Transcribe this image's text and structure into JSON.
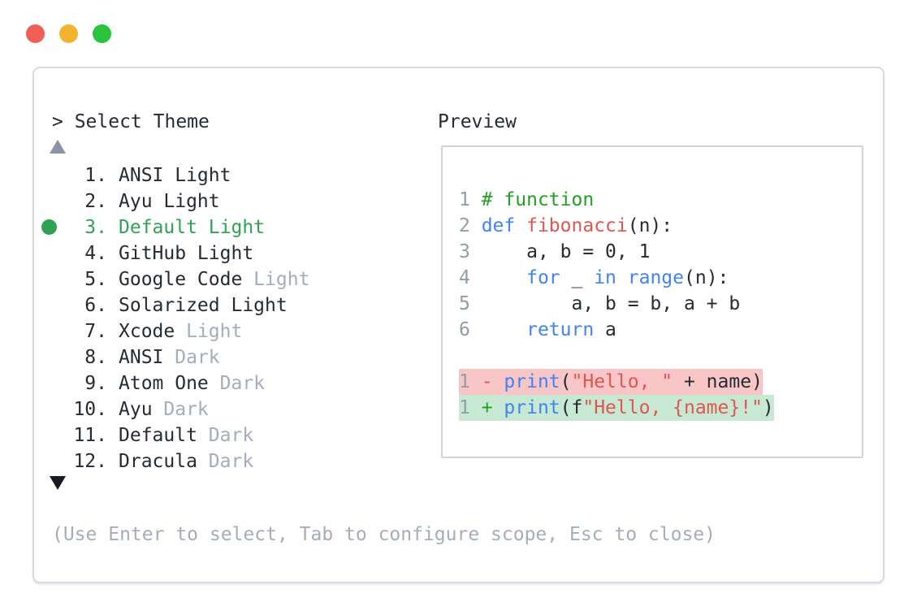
{
  "colors": {
    "text": "#262b33",
    "accent": "#2fa255",
    "muted": "#a4adbc",
    "line_number": "#929ca8",
    "kw_blue": "#4183f4",
    "string_red": "#e15552",
    "comment_green": "#21a121",
    "diff_removed_bg": "#f8c6c6",
    "diff_added_bg": "#c7e9d3",
    "panel_border": "#d6dae1",
    "preview_border": "#cfd4db",
    "scroll_up": "#8a94a6",
    "scroll_down": "#171b22",
    "traffic_red": "#f05e58",
    "traffic_yellow": "#f2b42e",
    "traffic_green": "#2bc33c"
  },
  "window": {
    "controls": [
      "close",
      "minimize",
      "zoom"
    ]
  },
  "theme_picker": {
    "prompt": "> Select Theme",
    "scroll_up_icon": "▲",
    "scroll_down_icon": "▼",
    "items": [
      {
        "num": "1.",
        "name": "ANSI Light",
        "muted": "",
        "selected": false
      },
      {
        "num": "2.",
        "name": "Ayu Light",
        "muted": "",
        "selected": false
      },
      {
        "num": "3.",
        "name": "Default Light",
        "muted": "",
        "selected": true
      },
      {
        "num": "4.",
        "name": "GitHub Light",
        "muted": "",
        "selected": false
      },
      {
        "num": "5.",
        "name": "Google Code",
        "muted": "Light",
        "selected": false
      },
      {
        "num": "6.",
        "name": "Solarized Light",
        "muted": "",
        "selected": false
      },
      {
        "num": "7.",
        "name": "Xcode",
        "muted": "Light",
        "selected": false
      },
      {
        "num": "8.",
        "name": "ANSI",
        "muted": "Dark",
        "selected": false
      },
      {
        "num": "9.",
        "name": "Atom One",
        "muted": "Dark",
        "selected": false
      },
      {
        "num": "10.",
        "name": "Ayu",
        "muted": "Dark",
        "selected": false
      },
      {
        "num": "11.",
        "name": "Default",
        "muted": "Dark",
        "selected": false
      },
      {
        "num": "12.",
        "name": "Dracula",
        "muted": "Dark",
        "selected": false
      }
    ],
    "hint": "(Use Enter to select, Tab to configure scope, Esc to close)"
  },
  "preview": {
    "label": "Preview",
    "code_lines": [
      {
        "ln": "1",
        "diff": "",
        "tokens": [
          [
            "comment",
            "# function"
          ]
        ]
      },
      {
        "ln": "2",
        "diff": "",
        "tokens": [
          [
            "kw",
            "def"
          ],
          [
            "plain",
            " "
          ],
          [
            "fn",
            "fibonacci"
          ],
          [
            "plain",
            "(n):"
          ]
        ]
      },
      {
        "ln": "3",
        "diff": "",
        "tokens": [
          [
            "plain",
            "    a, b = 0, 1"
          ]
        ]
      },
      {
        "ln": "4",
        "diff": "",
        "tokens": [
          [
            "plain",
            "    "
          ],
          [
            "kw",
            "for"
          ],
          [
            "plain",
            " _ "
          ],
          [
            "kw",
            "in"
          ],
          [
            "plain",
            " "
          ],
          [
            "kw",
            "range"
          ],
          [
            "plain",
            "(n):"
          ]
        ]
      },
      {
        "ln": "5",
        "diff": "",
        "tokens": [
          [
            "plain",
            "        a, b = b, a + b"
          ]
        ]
      },
      {
        "ln": "6",
        "diff": "",
        "tokens": [
          [
            "plain",
            "    "
          ],
          [
            "kw",
            "return"
          ],
          [
            "plain",
            " a"
          ]
        ]
      },
      {
        "ln": "",
        "diff": "",
        "tokens": []
      },
      {
        "ln": "1",
        "diff": "removed",
        "tokens": [
          [
            "minus",
            "- "
          ],
          [
            "kw",
            "print"
          ],
          [
            "plain",
            "("
          ],
          [
            "str",
            "\"Hello, \""
          ],
          [
            "plain",
            " + name)"
          ]
        ]
      },
      {
        "ln": "1",
        "diff": "added",
        "tokens": [
          [
            "plus",
            "+ "
          ],
          [
            "kw",
            "print"
          ],
          [
            "plain",
            "(f"
          ],
          [
            "str",
            "\"Hello, {name}!\""
          ],
          [
            "plain",
            ")"
          ]
        ]
      }
    ]
  }
}
